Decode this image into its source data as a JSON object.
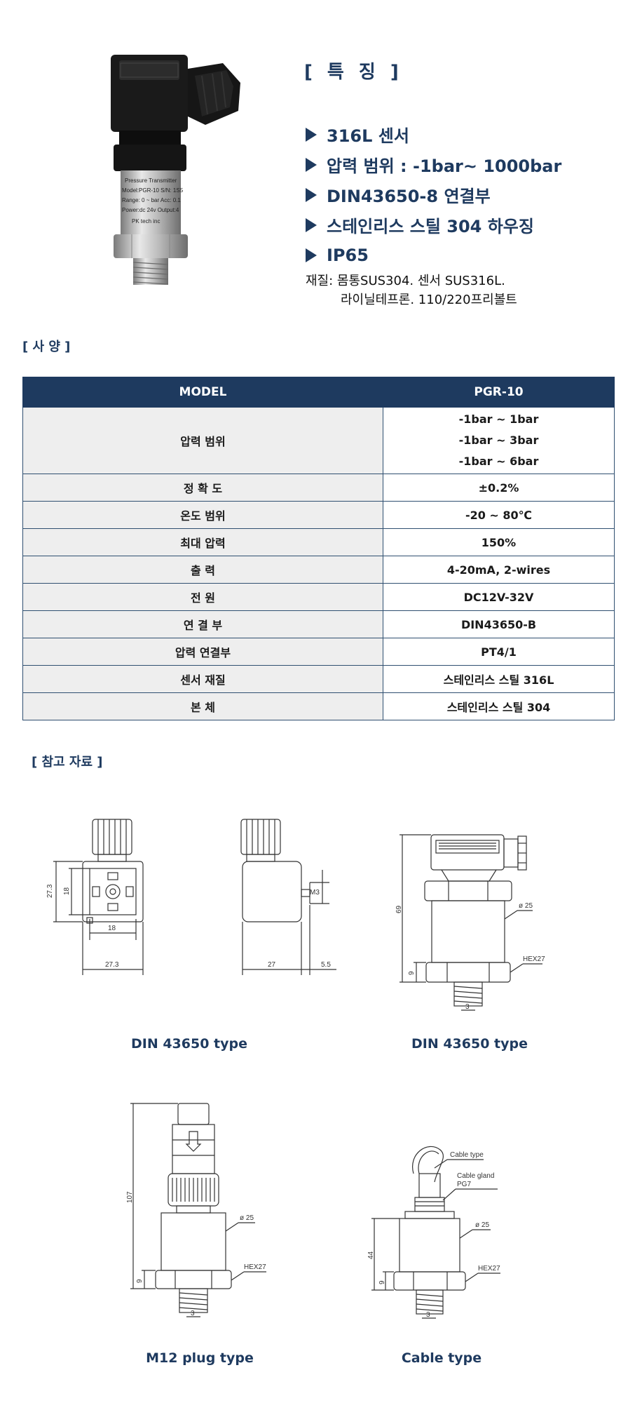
{
  "product": {
    "label_lines": [
      "Pressure Transmitter",
      "Model:PGR-10  S/N: 1S5",
      "Range: 0 ~ bar  Acc: 0.1",
      "Power:dc 24v  Output:4",
      "PK tech inc"
    ]
  },
  "features": {
    "title": "[ 특  징 ]",
    "items": [
      "316L 센서",
      "압력 범위 : -1bar~ 1000bar",
      "DIN43650-8 연결부",
      "스테인리스 스틸 304 하우징",
      "IP65"
    ],
    "material_line1": "재질: 몸통SUS304. 센서 SUS316L.",
    "material_line2": "라이닐테프론. 110/220프리볼트"
  },
  "spec": {
    "title": "[ 사  양 ]",
    "header": [
      "MODEL",
      "PGR-10"
    ],
    "range_label": "압력 범위",
    "range_values": [
      "-1bar ~ 1bar",
      "-1bar ~ 3bar",
      "-1bar ~ 6bar"
    ],
    "rows": [
      [
        "정 확 도",
        "±0.2%"
      ],
      [
        "온도 범위",
        "-20 ~ 80℃"
      ],
      [
        "최대 압력",
        "150%"
      ],
      [
        "출 력",
        "4-20mA, 2-wires"
      ],
      [
        "전 원",
        "DC12V-32V"
      ],
      [
        "연 결 부",
        "DIN43650-B"
      ],
      [
        "압력 연결부",
        "PT4/1"
      ],
      [
        "센서 재질",
        "스테인리스 스틸 316L"
      ],
      [
        "본 체",
        "스테인리스 스틸 304"
      ]
    ]
  },
  "reference": {
    "title": "[ 참고 자료 ]",
    "captions": [
      "DIN 43650 type",
      "DIN 43650 type",
      "M12 plug type",
      "Cable type"
    ],
    "dims": {
      "front_h": "27.3",
      "front_inner_v": "18",
      "front_inner_w": "18",
      "front_w": "27.3",
      "side_m3": "M3",
      "side_w": "27",
      "side_pin": "5.5",
      "body_h": "69",
      "dia": "ø 25",
      "hex": "HEX27",
      "thread": "9",
      "tip": "3",
      "m12_h": "107",
      "cable_h": "44",
      "cable_type": "Cable type",
      "cable_gland": "Cable gland",
      "pg7": "PG7"
    }
  }
}
